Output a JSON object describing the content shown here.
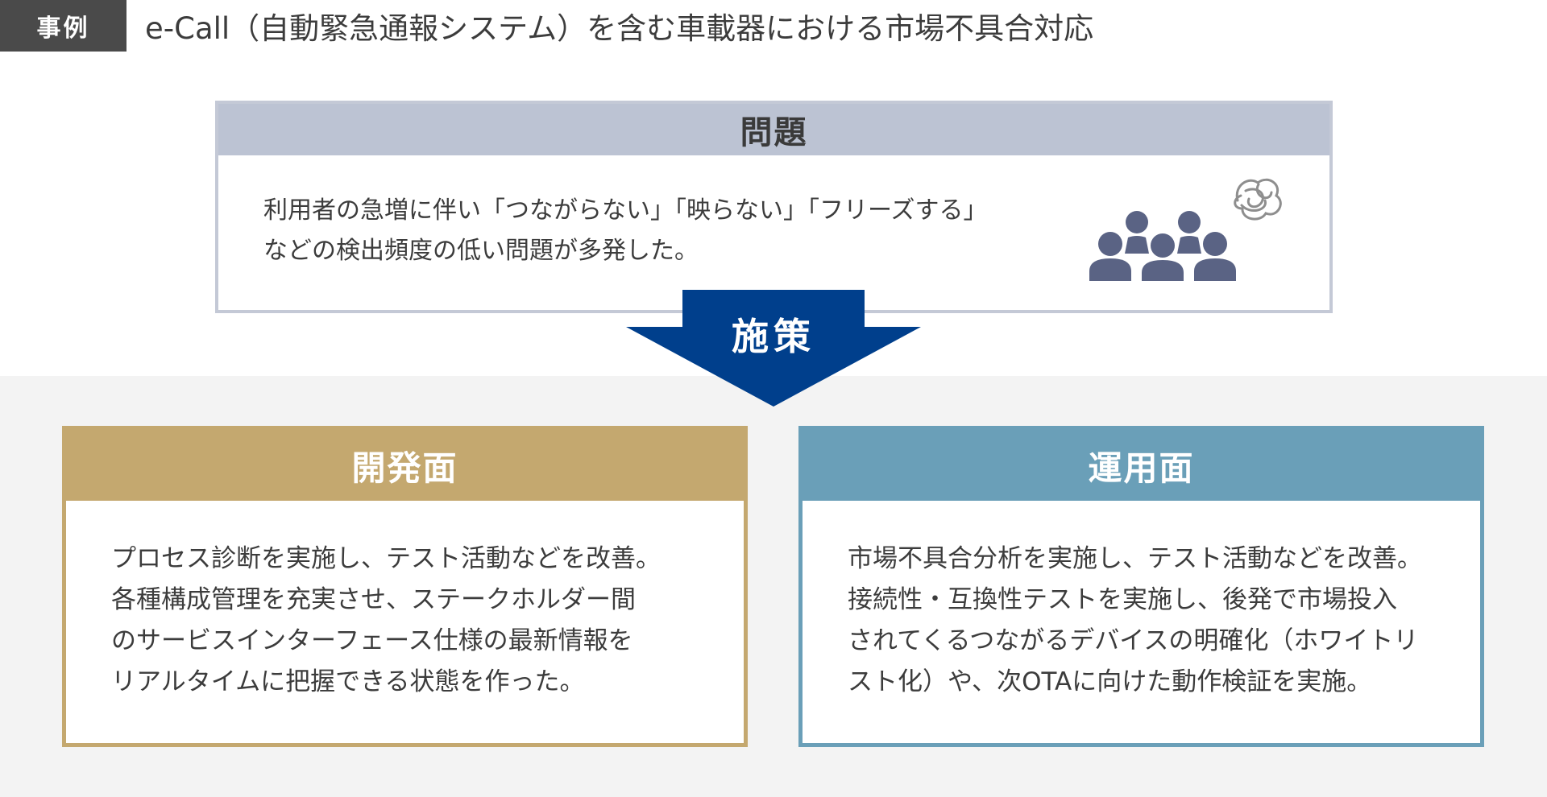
{
  "header": {
    "tag": "事例",
    "title": "e-Call（自動緊急通報システム）を含む車載器における市場不具合対応"
  },
  "problem": {
    "heading": "問題",
    "lines": [
      "利用者の急増に伴い「つながらない」「映らない」「フリーズする」",
      "などの検出頻度の低い問題が多発した。"
    ]
  },
  "measures": {
    "label": "施策"
  },
  "development": {
    "heading": "開発面",
    "lines": [
      "プロセス診断を実施し、テスト活動などを改善。",
      "各種構成管理を充実させ、ステークホルダー間",
      "のサービスインターフェース仕様の最新情報を",
      "リアルタイムに把握できる状態を作った。"
    ]
  },
  "operations": {
    "heading": "運用面",
    "lines": [
      "市場不具合分析を実施し、テスト活動などを改善。",
      "接続性・互換性テストを実施し、後発で市場投入",
      "されてくるつながるデバイスの明確化（ホワイトリ",
      "スト化）や、次OTAに向けた動作検証を実施。"
    ]
  },
  "colors": {
    "problem_header": "#bcc3d3",
    "arrow": "#003f8c",
    "development": "#c4a86f",
    "operations": "#6a9fb8",
    "people_icon": "#5a6384"
  },
  "icons": {
    "people": "people-group-icon",
    "confusion": "tangled-scribble-icon"
  }
}
